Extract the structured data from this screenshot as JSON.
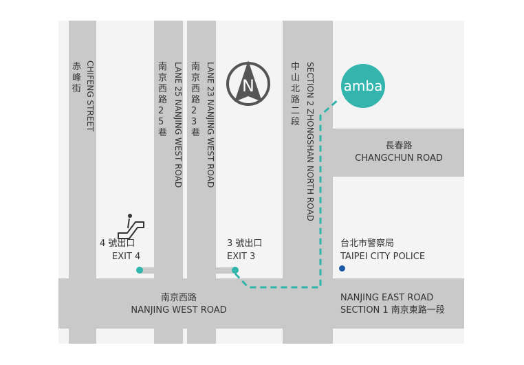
{
  "brand": {
    "logo_text": "amba",
    "logo_color": "#33b5ad"
  },
  "colors": {
    "road": "#c9c9c9",
    "block": "#f4f4f4",
    "route": "#2fb5aa",
    "exit_dot": "#2fb5aa",
    "police_dot": "#1f5aa8"
  },
  "compass": {
    "label": "N",
    "icon": "north-arrow-icon"
  },
  "streets": {
    "chifeng": {
      "zh": "赤峰街",
      "en": "CHIFENG STREET"
    },
    "lane25": {
      "en": "LANE 25 NANJING WEST ROAD",
      "zh": "南京西路25巷"
    },
    "lane23": {
      "en": "LANE 23 NANJING WEST ROAD",
      "zh": "南京西路23巷"
    },
    "zhongshan": {
      "en": "SECTION 2 ZHONGSHAN NORTH ROAD",
      "zh": "中山北路二段"
    },
    "changchun": {
      "zh": "長春路",
      "en": "CHANGCHUN ROAD"
    },
    "nanjing_west": {
      "zh": "南京西路",
      "en": "NANJING WEST ROAD"
    },
    "nanjing_east": {
      "line1": "NANJING EAST ROAD",
      "line2": "SECTION 1 南京東路一段"
    }
  },
  "exits": [
    {
      "zh": "4 號出口",
      "en": "EXIT 4",
      "icon": "escalator-icon"
    },
    {
      "zh": "3 號出口",
      "en": "EXIT 3"
    }
  ],
  "landmarks": {
    "police": {
      "zh": "台北市警察局",
      "en": "TAIPEI CITY POLICE"
    }
  }
}
